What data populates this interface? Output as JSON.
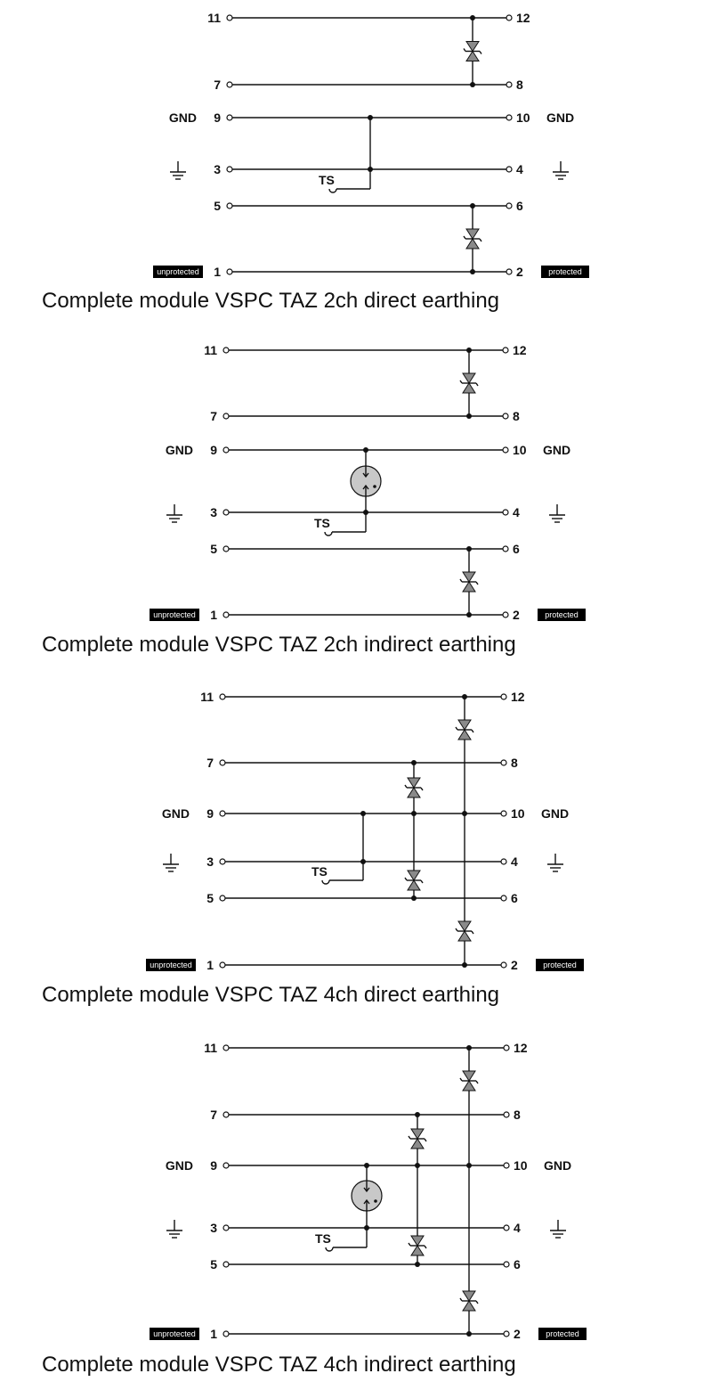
{
  "labels": {
    "gnd": "GND",
    "ts": "TS",
    "unprotected": "unprotected",
    "protected": "protected"
  },
  "modules": [
    {
      "caption": "Complete module VSPC TAZ 2ch direct earthing",
      "variant": "2ch",
      "earthing": "direct"
    },
    {
      "caption": "Complete module VSPC TAZ 2ch indirect earthing",
      "variant": "2ch",
      "earthing": "indirect"
    },
    {
      "caption": "Complete module VSPC TAZ 4ch direct earthing",
      "variant": "4ch",
      "earthing": "direct"
    },
    {
      "caption": "Complete module VSPC TAZ 4ch indirect earthing",
      "variant": "4ch",
      "earthing": "indirect"
    }
  ],
  "terminals": {
    "left": [
      "11",
      "7",
      "9",
      "3",
      "5",
      "1"
    ],
    "right": [
      "12",
      "8",
      "10",
      "4",
      "6",
      "2"
    ]
  }
}
